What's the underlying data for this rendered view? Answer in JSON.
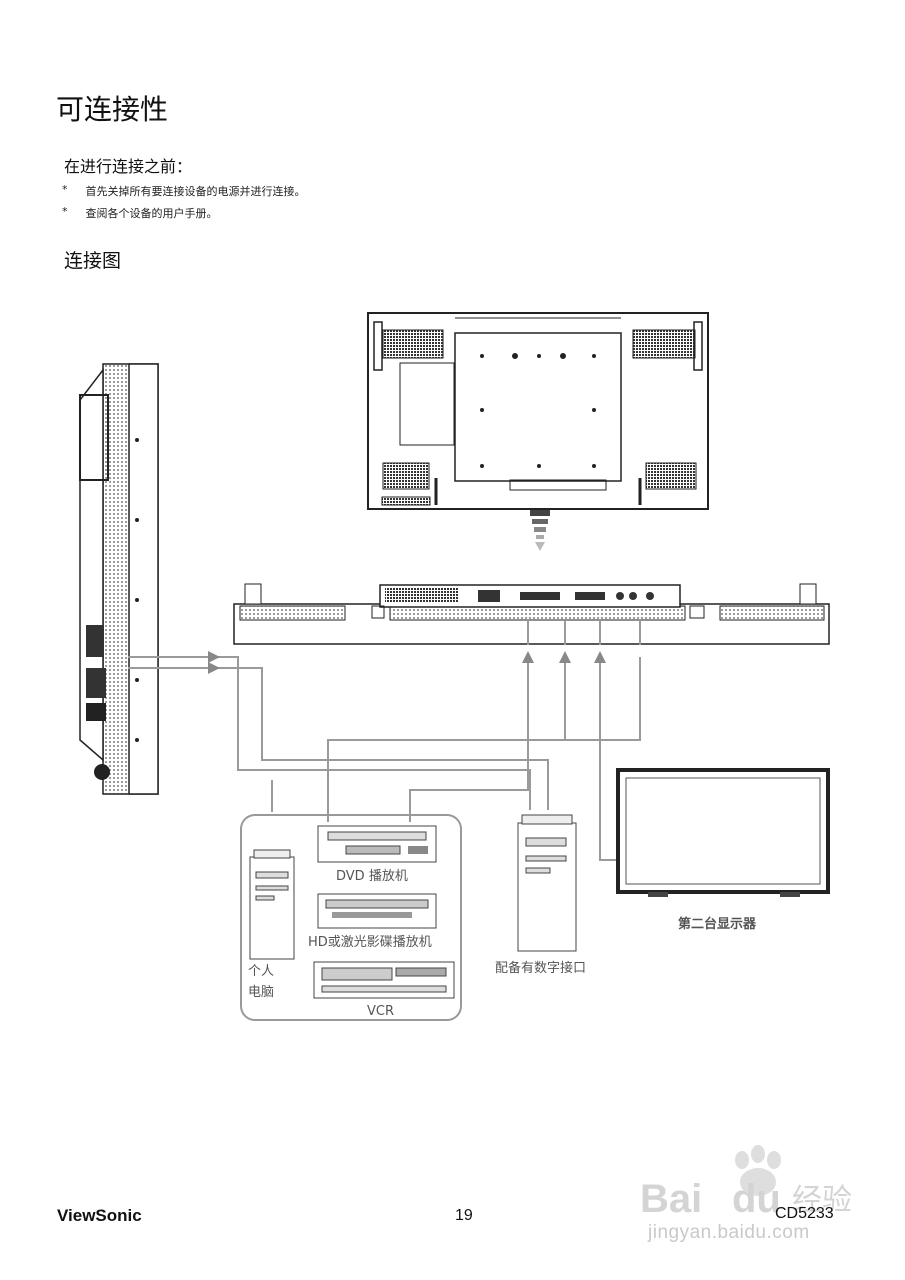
{
  "page": {
    "title": "可连接性",
    "before_connect_heading": "在进行连接之前：",
    "notes": [
      {
        "bullet": "*",
        "text": "首先关掉所有要连接设备的电源并进行连接。"
      },
      {
        "bullet": "*",
        "text": "查阅各个设备的用户手册。"
      }
    ],
    "diagram_heading": "连接图"
  },
  "diagram": {
    "labels": {
      "dvd": "DVD 播放机",
      "hd_laser": "HD或激光影碟播放机",
      "pc_line1": "个人",
      "pc_line2": "电脑",
      "vcr": "VCR",
      "digital_pc": "配备有数字接口",
      "second_monitor": "第二台显示器"
    }
  },
  "footer": {
    "brand": "ViewSonic",
    "page_number": "19",
    "model": "CD5233"
  },
  "watermark": {
    "site": "jingyan.baidu.com"
  }
}
